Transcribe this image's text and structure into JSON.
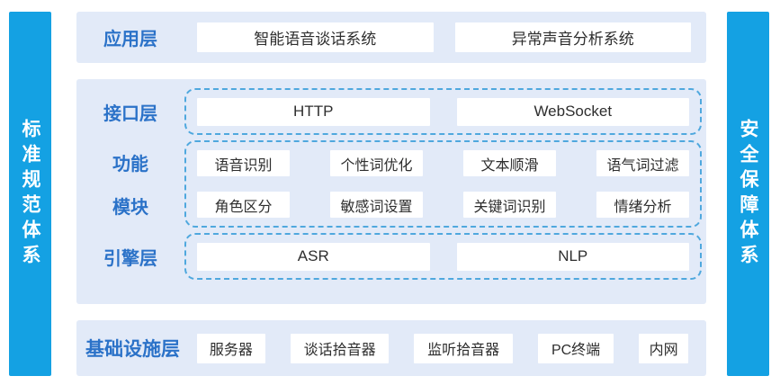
{
  "colors": {
    "sidebar_blue": "#14A1E3",
    "panel_bg": "#E2EAF8",
    "dashed_border": "#4FA8DE",
    "label_blue": "#2B72C8",
    "box_text": "#2E2E2E",
    "box_bg": "#FFFFFF"
  },
  "pillars": {
    "left": "标准规范体系",
    "right": "安全保障体系"
  },
  "layers": {
    "application": {
      "label": "应用层",
      "items": [
        "智能语音谈话系统",
        "异常声音分析系统"
      ]
    },
    "interface": {
      "label": "接口层",
      "items": [
        "HTTP",
        "WebSocket"
      ]
    },
    "function": {
      "label_line1": "功能",
      "label_line2": "模块",
      "rows": [
        [
          "语音识别",
          "个性词优化",
          "文本顺滑",
          "语气词过滤"
        ],
        [
          "角色区分",
          "敏感词设置",
          "关键词识别",
          "情绪分析"
        ]
      ]
    },
    "engine": {
      "label": "引擎层",
      "items": [
        "ASR",
        "NLP"
      ]
    },
    "infrastructure": {
      "label": "基础设施层",
      "items": [
        "服务器",
        "谈话拾音器",
        "监听拾音器",
        "PC终端",
        "内网"
      ]
    }
  }
}
